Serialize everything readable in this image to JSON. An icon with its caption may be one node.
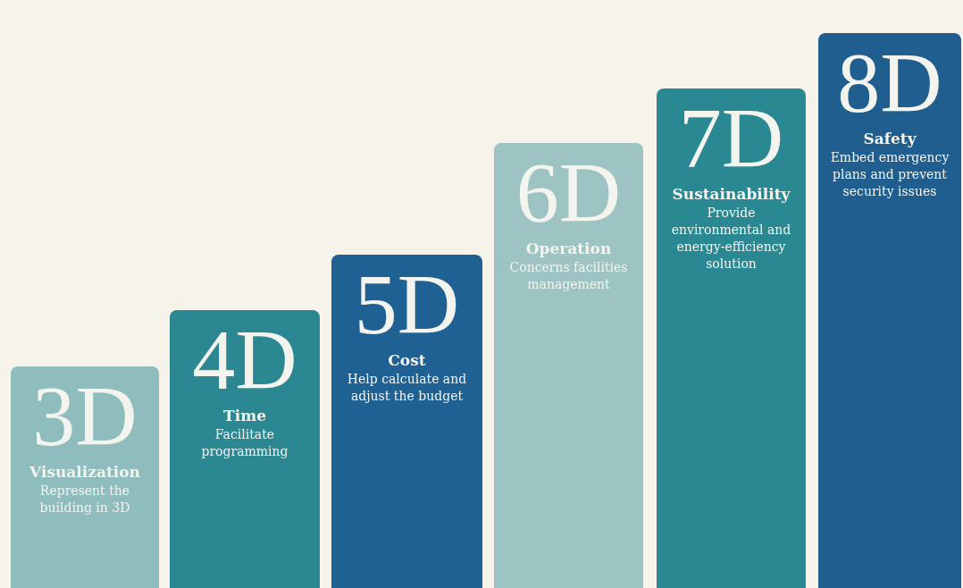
{
  "diagram": {
    "nodes": [
      {
        "text": [
          "3D",
          "Visualization",
          "Represent the building in 3D"
        ]
      },
      {
        "text": [
          "4D",
          "Time",
          "Facilitate programming"
        ]
      },
      {
        "text": [
          "5D",
          "Cost",
          "Help calculate and adjust the budget"
        ]
      },
      {
        "text": [
          "6D",
          "Operation",
          "Concerns facilities management"
        ]
      },
      {
        "text": [
          "7D",
          "Sustainability",
          "Provide environmental and energy-efficiency solution"
        ]
      },
      {
        "text": [
          "8D",
          "Safety",
          "Embed emergency plans and prevent security issues"
        ]
      }
    ]
  }
}
